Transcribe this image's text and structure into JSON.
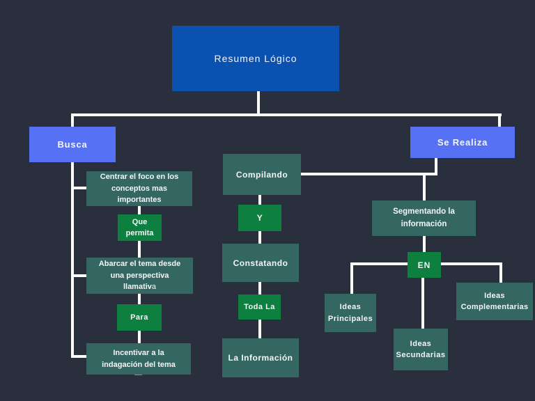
{
  "palette": {
    "background": "#2a2f3e",
    "root_blue": "#0a51b0",
    "branch_periwinkle": "#5671f3",
    "concept_teal": "#346762",
    "link_green": "#0d8040",
    "connector_line": "#ffffff",
    "text": "#f4f6f8"
  },
  "nodes": {
    "root": {
      "label": "Resumen Lógico"
    },
    "busca": {
      "label": "Busca"
    },
    "se_realiza": {
      "label": "Se Realiza"
    },
    "centrar": {
      "lines": [
        "Centrar el foco en los",
        "conceptos mas",
        "importantes"
      ]
    },
    "que_permita": {
      "lines": [
        "Que",
        "permita"
      ]
    },
    "abarcar": {
      "lines": [
        "Abarcar el tema desde",
        "una perspectiva"
      ],
      "last_line_bold": "llamativ",
      "last_line_regular": "a"
    },
    "para": {
      "label": "Para"
    },
    "incentivar": {
      "lines": [
        "Incentivar a la",
        "indagación del tema"
      ]
    },
    "compilando": {
      "label": "Compilando"
    },
    "y": {
      "label": "Y"
    },
    "constatando": {
      "label": "Constatando"
    },
    "toda_la": {
      "label": "Toda La"
    },
    "la_informacion": {
      "label": "La Información"
    },
    "segmentando": {
      "lines": [
        "Segmentando la",
        "información"
      ]
    },
    "en": {
      "label": "EN"
    },
    "ideas_principales": {
      "lines": [
        "Ideas",
        "Principales"
      ]
    },
    "ideas_secundarias": {
      "lines": [
        "Ideas",
        "Secundarias"
      ]
    },
    "ideas_complementarias": {
      "lines": [
        "Ideas",
        "Complementarias"
      ]
    }
  }
}
